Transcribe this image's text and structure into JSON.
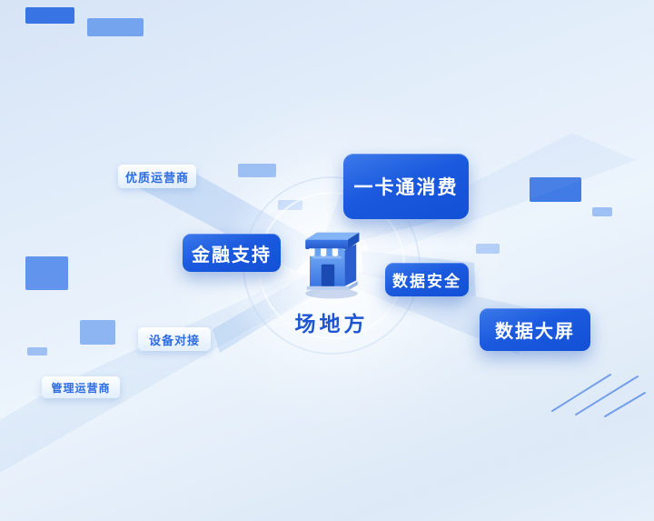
{
  "diagram": {
    "center": {
      "label": "场地方",
      "icon": "storefront-icon"
    },
    "nodes": [
      {
        "label": "优质运营商",
        "type": "light"
      },
      {
        "label": "一卡通消费",
        "type": "primary"
      },
      {
        "label": "金融支持",
        "type": "primary"
      },
      {
        "label": "数据安全",
        "type": "primary"
      },
      {
        "label": "数据大屏",
        "type": "primary"
      },
      {
        "label": "设备对接",
        "type": "light"
      },
      {
        "label": "管理运营商",
        "type": "light"
      }
    ],
    "colors": {
      "primary_box": "#1b5ade",
      "light_label_text": "#2f6ce2",
      "center_text": "#1d55d4",
      "background": "#e2edfa",
      "beam": "#8db5eb"
    }
  }
}
